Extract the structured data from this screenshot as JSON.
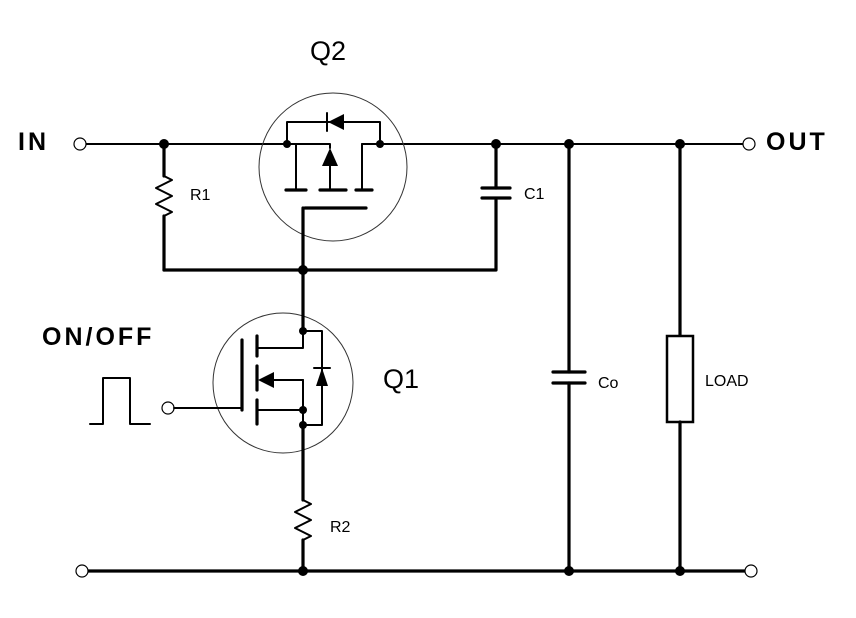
{
  "labels": {
    "in": "IN",
    "out": "OUT",
    "onoff": "ON/OFF",
    "q1": "Q1",
    "q2": "Q2",
    "r1": "R1",
    "r2": "R2",
    "c1": "C1",
    "co": "Co",
    "load": "LOAD"
  }
}
